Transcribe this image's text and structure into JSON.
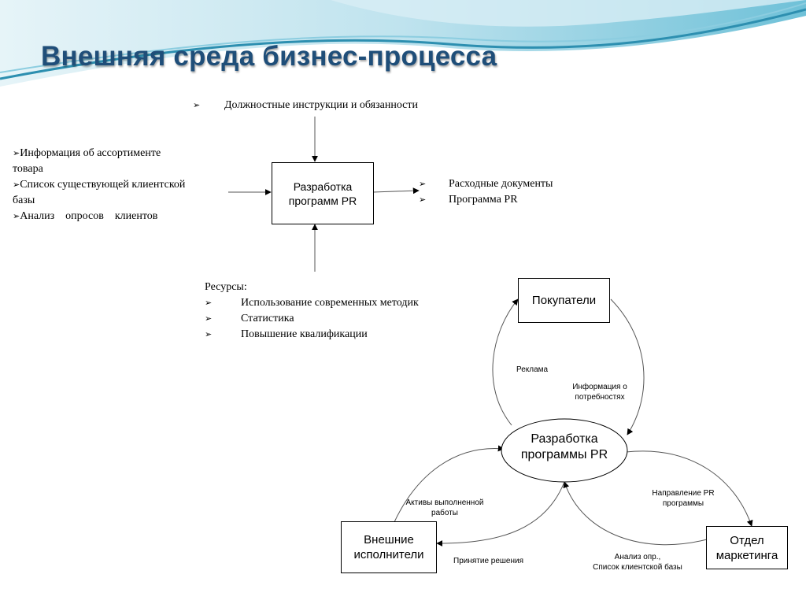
{
  "title": "Внешняя среда бизнес-процесса",
  "colors": {
    "title": "#1f4e79",
    "wave_dark": "#2d8fb0",
    "wave_light": "#bfe3ee"
  },
  "bullet_icon": "arrowhead-bullet",
  "top_diagram": {
    "process_box": "Разработка программ PR",
    "control": "Должностные инструкции и обязанности",
    "inputs": {
      "item1_line1": "Информация об ассортименте",
      "item1_line2": "товара",
      "item2_line1": "Список существующей клиентской",
      "item2_line2": "базы",
      "item3": "Анализ    опросов    клиентов"
    },
    "outputs": [
      "Расходные документы",
      "Программа PR"
    ],
    "mechanisms_header": "Ресурсы:",
    "mechanisms": [
      "Использование современных методик",
      "Статистика",
      "Повышение квалификации"
    ]
  },
  "bottom_diagram": {
    "center": "Разработка программы PR",
    "buyers": "Покупатели",
    "contractors": "Внешние исполнители",
    "marketing": "Отдел маркетинга",
    "labels": {
      "advertising": "Реклама",
      "needs_line1": "Информация о",
      "needs_line2": "потребностях",
      "assets_line1": "Активы выполненной",
      "assets_line2": "работы",
      "direction_line1": "Направление PR",
      "direction_line2": "программы",
      "decision": "Принятие решения",
      "analysis_line1": "Анализ опр.,",
      "analysis_line2": "Список клиентской базы"
    }
  }
}
